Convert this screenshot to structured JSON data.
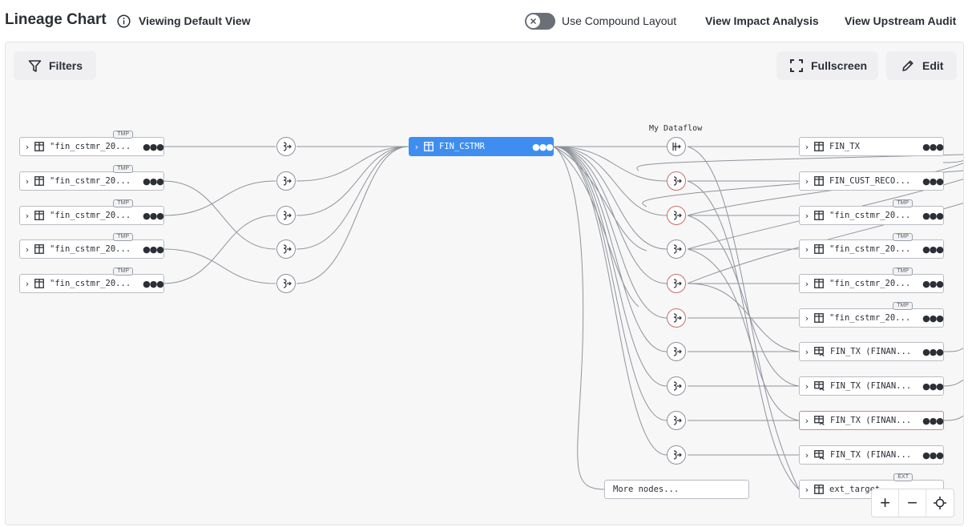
{
  "header": {
    "title": "Lineage Chart",
    "view_label": "Viewing Default View",
    "compound_toggle_label": "Use Compound Layout",
    "impact_link": "View Impact Analysis",
    "upstream_link": "View Upstream Audit"
  },
  "toolbar": {
    "filters_label": "Filters",
    "fullscreen_label": "Fullscreen",
    "edit_label": "Edit"
  },
  "graph": {
    "dataflow_label": "My Dataflow",
    "more_nodes": "More nodes...",
    "tmp_badge": "TMP",
    "ext_badge": "EXT",
    "upstream_nodes": [
      "\"fin_cstmr_20...",
      "\"fin_cstmr_20...",
      "\"fin_cstmr_20...",
      "\"fin_cstmr_20...",
      "\"fin_cstmr_20..."
    ],
    "focus_node": "FIN_CSTMR",
    "downstream_nodes": [
      "FIN_TX",
      "FIN_CUST_RECO...",
      "\"fin_cstmr_20...",
      "\"fin_cstmr_20...",
      "\"fin_cstmr_20...",
      "\"fin_cstmr_20...",
      "FIN_TX (FINAN...",
      "FIN_TX (FINAN...",
      "FIN_TX (FINAN...",
      "FIN_TX (FINAN...",
      "ext_target"
    ]
  },
  "zoom": {
    "plus": "+",
    "minus": "−"
  },
  "colors": {
    "accent": "#3d8ef0",
    "edge": "#8f939a",
    "warning_ring": "#c96b6b"
  }
}
